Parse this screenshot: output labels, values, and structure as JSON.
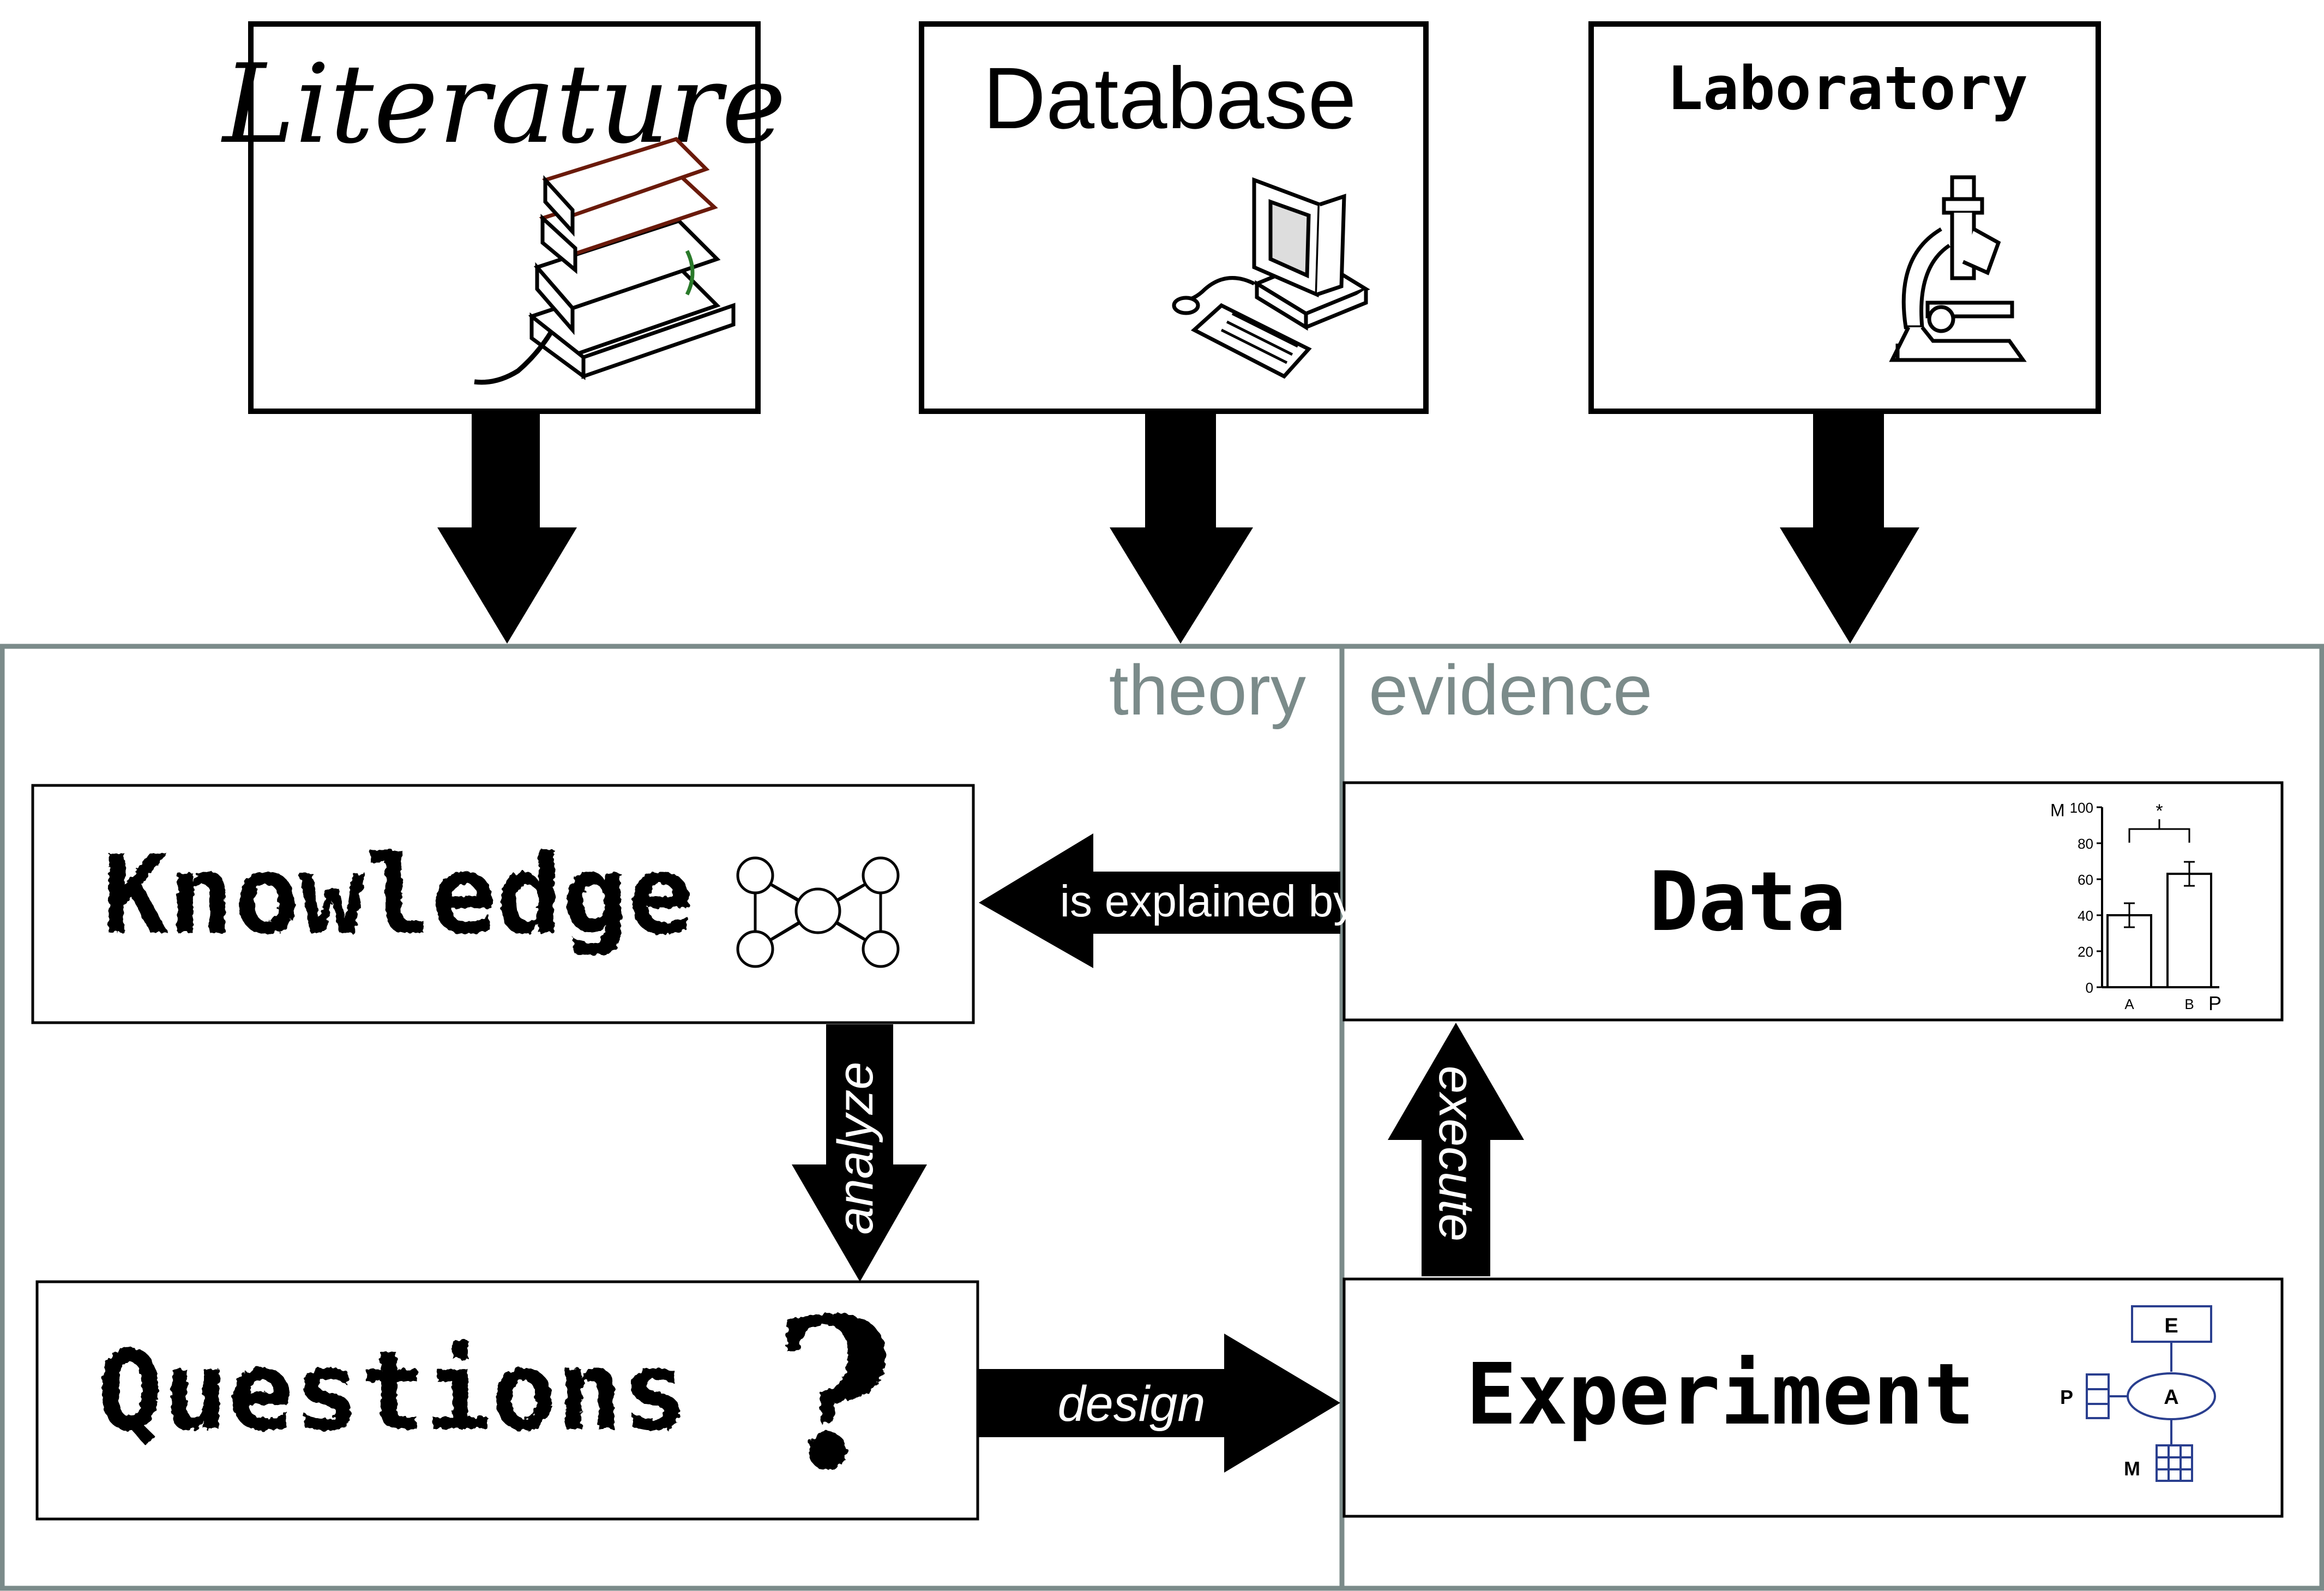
{
  "sources": {
    "literature": {
      "label": "Literature",
      "icon": "books-icon"
    },
    "database": {
      "label": "Database",
      "icon": "computer-icon"
    },
    "laboratory": {
      "label": "Laboratory",
      "icon": "microscope-icon"
    }
  },
  "panels": {
    "theory_label": "theory",
    "evidence_label": "evidence",
    "panel_color": "#7b8b8a"
  },
  "boxes": {
    "knowledge": {
      "label": "Knowledge",
      "icon": "network-icon"
    },
    "questions": {
      "label": "Questions",
      "icon": "question-mark-icon"
    },
    "data": {
      "label": "Data",
      "icon": "bar-chart-icon"
    },
    "experiment": {
      "label": "Experiment",
      "icon": "experiment-diagram-icon"
    }
  },
  "arrows": {
    "explained_by": "is explained by",
    "analyze": "analyze",
    "design": "design",
    "execute": "execute"
  },
  "mini_chart": {
    "y_axis_label": "M",
    "x_axis_label": "P",
    "y_ticks": [
      "0",
      "20",
      "40",
      "60",
      "80",
      "100"
    ],
    "categories": [
      "A",
      "B"
    ],
    "values": [
      40,
      63
    ],
    "significance": "*"
  },
  "mini_diagram": {
    "top_node": "E",
    "center_node": "A",
    "input_label": "P",
    "output_label": "M"
  }
}
